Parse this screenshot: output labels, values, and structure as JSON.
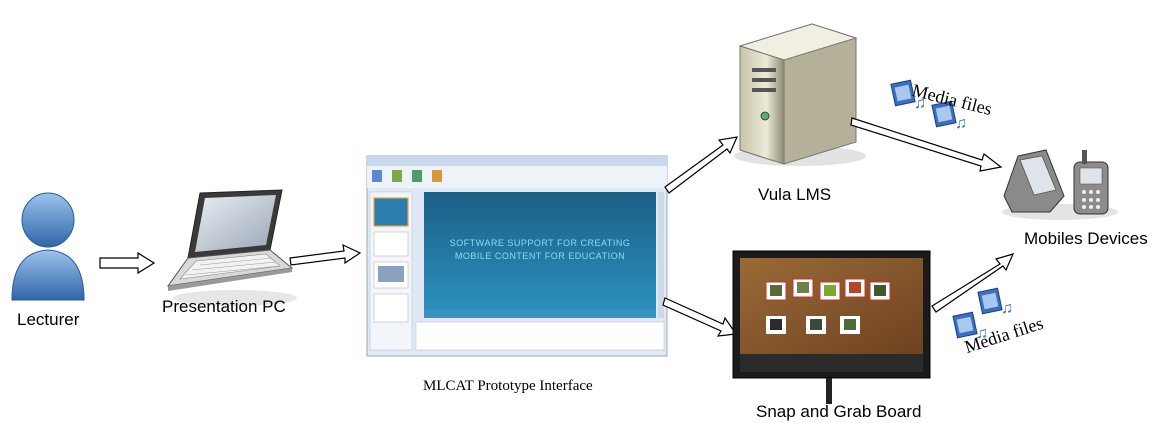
{
  "nodes": {
    "lecturer": "Lecturer",
    "presentation_pc": "Presentation PC",
    "mlcat": "MLCAT Prototype Interface",
    "vula": "Vula LMS",
    "snap": "Snap and Grab Board",
    "mobiles": "Mobiles Devices"
  },
  "slide": {
    "line1": "SOFTWARE SUPPORT FOR CREATING",
    "line2": "MOBILE CONTENT FOR EDUCATION"
  },
  "media": {
    "top": "Media files",
    "bottom": "Media files"
  },
  "colors": {
    "person": "#4a7fc0",
    "slide_bg": "#1a6d95",
    "cork": "#8a5a2a"
  }
}
